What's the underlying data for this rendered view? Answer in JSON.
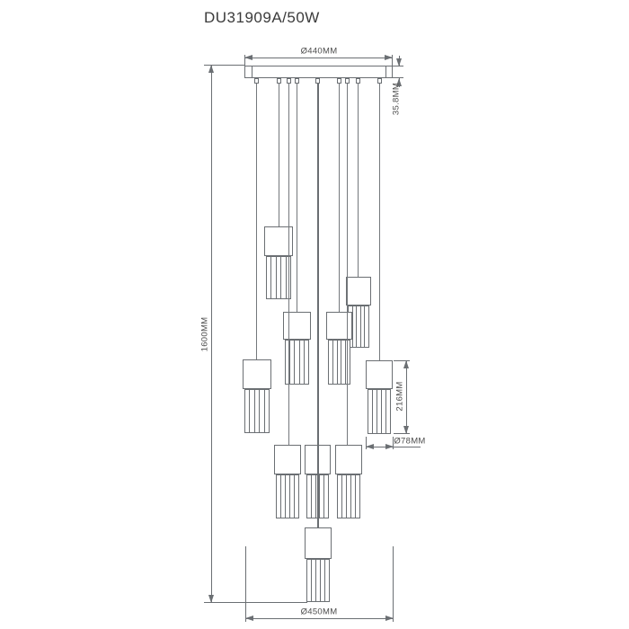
{
  "drawing": {
    "title": "DU31909A/50W",
    "shade_count": 10,
    "dimensions": {
      "canopy_diameter": "Ø440MM",
      "canopy_height": "35.8MM",
      "total_height": "1600MM",
      "shade_height": "216MM",
      "shade_diameter": "Ø78MM",
      "bottom_spread_diameter": "Ø450MM"
    },
    "colors": {
      "line": "#6b6f73",
      "text": "#4d4d4d",
      "background": "#ffffff"
    }
  }
}
